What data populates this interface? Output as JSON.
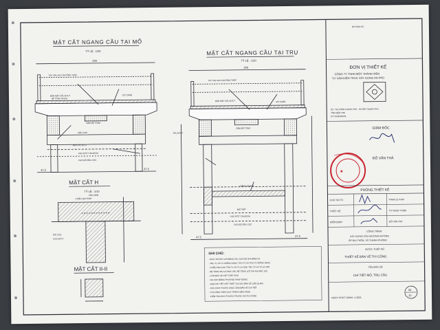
{
  "left_drawing": {
    "title": "MẶT CẮT NGANG CẦU TẠI MỐ",
    "scale": "TỶ LỆ : 1/20",
    "labels": [
      "TAY VỊN LAN CAN ỐNG THÉP",
      "BẢN MẶT CẦU BTCT",
      "BÊ TÔNG NHỰA",
      "DẦM BÊ TÔNG",
      "GỜ CHẮN",
      "ĐẦU CỌC",
      "ĐÀI CỌC BTCT",
      "CỌC BTCT 25x25CM",
      "CAO ĐỘ ĐẦU CỌC"
    ],
    "dims": [
      "200",
      "47.5",
      "47.5"
    ]
  },
  "right_drawing": {
    "title": "MẶT CẮT NGANG CẦU TẠI TRỤ",
    "scale": "TỶ LỆ : 1/20",
    "labels": [
      "TAY VỊN LAN CAN ỐNG THÉP",
      "BẢN MẶT CẦU BTCT",
      "DẦM BÊ TÔNG",
      "GỜ CHẮN",
      "TRỤ BTCT",
      "GIẰNG NGANG",
      "CỌC BTCT 25x25CM",
      "MẶT ĐẤT",
      "CAO ĐỘ ĐẦU CỌC"
    ],
    "dims": [
      "200",
      "47.5",
      "47.5"
    ]
  },
  "section_h": {
    "title": "MẶT CẮT H",
    "scale": "TỶ LỆ : 1/10",
    "labels": [
      "ĐẦU DẦM",
      "CHIỀU DÀI THÉP",
      "ĐÀI CỌC",
      "CỌC BTCT"
    ]
  },
  "section_ii": {
    "title": "MẶT CẮT II-II"
  },
  "notes": {
    "title": "GHI CHÚ:",
    "lines": [
      "- KÍCH THƯỚC GHI BẰNG CM, CAO ĐỘ GHI BẰNG M",
      "- TRỤ T1 VÀ T4 GIỐNG NHAU, TRỤ T2 VÀ TRỤ T3 GIỐNG NHAU",
      "- CHIỀU DÀI CỌC TRỤ T1 VÀ T4 LÀ 10M, TRỤ T2 VÀ T3 LÀ 10M",
      "- BÊ TÔNG ĐÁ 1x2 MÁC 250, BÊ TÔNG LÓT ĐÁ 4x6 MÁC 100",
      "- LỚP BẢO VỆ CỐT THÉP 3CM",
      "- HẠ CỌC BẰNG PHƯƠNG PHÁP ĐÓNG",
      "- XEM CHI TIẾT CỐT THÉP TẠI CÁC BẢN VẼ LIÊN QUAN",
      "- CÁC KÍCH THƯỚC KHÁC XEM BẢN VẼ CHI TIẾT",
      "- THI CÔNG THEO QUY TRÌNH HIỆN HÀNH",
      "- KIỂM TRA KÍCH THƯỚC TRƯỚC KHI THI CÔNG"
    ]
  },
  "title_block": {
    "top_note": "ĐÓ GẶN SỬ",
    "designer_heading": "ĐƠN VỊ THIẾT KẾ",
    "company": [
      "CÔNG TY TNHH MỘT THÀNH VIÊN",
      "TƯ VẤN-KIẾN TRÚC XÂY DỰNG AN PHÚ"
    ],
    "address": [
      "ĐC: THỊ TRẤN THẠNH PHÚ - HUYỆN THẠNH PHÚ",
      "TỈNH BẾN TRE",
      "ĐT: 0946035939"
    ],
    "director_title": "GIÁM ĐỐC",
    "director_name": "ĐỖ VĂN THẢ",
    "dept": "PHÒNG THIẾT KẾ",
    "roles": [
      {
        "role": "CHỦ TRÌ TK",
        "name": "PHẠM LÊ KHẢI"
      },
      {
        "role": "THIẾT KẾ",
        "name": "TỪ NGỌC THIỆN"
      },
      {
        "role": "KIỂM ĐỊNH",
        "name": "ĐỖ VĂN THẢ"
      }
    ],
    "project_heading": "CÔNG TRÌNH:",
    "project": [
      "XÂY DỰNG CẦU MƯƠNG ĐƯỜNG",
      "ẤP ĐẠI THÔN, XÃ THẠNH PHONG"
    ],
    "phase_heading": "BƯỚC THIẾT KẾ:",
    "phase": "THIẾT KẾ BẢN VẼ THI CÔNG",
    "sheet_heading": "TÊN BẢN VẼ:",
    "sheet_name": "CHI TIẾT MỐ, TRỤ CẦU",
    "issue_date": "NGÀY PHÁT HÀNH: 1-2021",
    "sheet_no": "06",
    "sheet_total": "10"
  },
  "colors": {
    "paper": "#f2f2ef",
    "ink": "#2a2a35",
    "stamp": "#c8232f",
    "signature": "#27306e",
    "backdrop": "#3a3d42"
  }
}
